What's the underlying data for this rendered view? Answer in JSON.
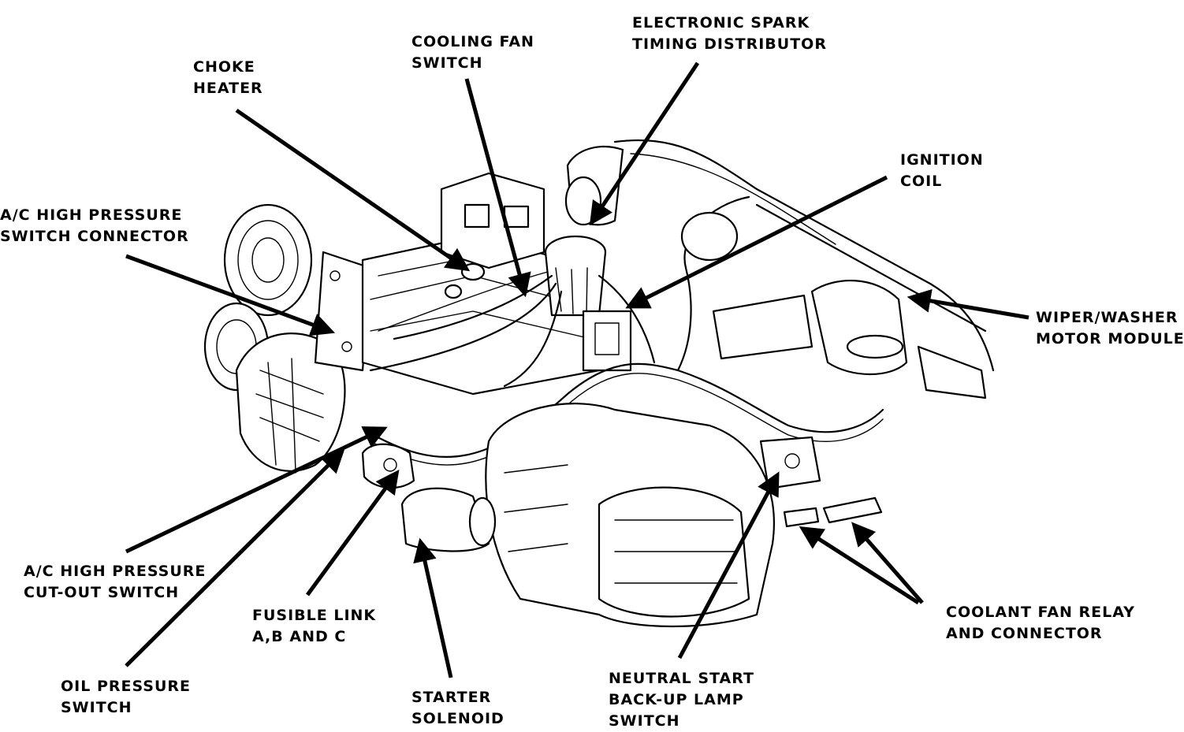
{
  "labels": {
    "choke_heater": [
      "CHOKE",
      "HEATER"
    ],
    "cooling_fan_switch": [
      "COOLING FAN",
      "SWITCH"
    ],
    "electronic_spark_timing_distributor": [
      "ELECTRONIC SPARK",
      "TIMING DISTRIBUTOR"
    ],
    "ignition_coil": [
      "IGNITION",
      "COIL"
    ],
    "ac_high_pressure_switch_connector": [
      "A/C HIGH PRESSURE",
      "SWITCH CONNECTOR"
    ],
    "wiper_washer_motor_module": [
      "WIPER/WASHER",
      "MOTOR MODULE"
    ],
    "ac_high_pressure_cutout_switch": [
      "A/C HIGH PRESSURE",
      "CUT-OUT SWITCH"
    ],
    "fusible_link": [
      "FUSIBLE LINK",
      "A,B AND C"
    ],
    "oil_pressure_switch": [
      "OIL PRESSURE",
      "SWITCH"
    ],
    "starter_solenoid": [
      "STARTER",
      "SOLENOID"
    ],
    "neutral_start_switch": [
      "NEUTRAL START",
      "BACK-UP LAMP",
      "SWITCH"
    ],
    "coolant_fan_relay": [
      "COOLANT FAN RELAY",
      "AND CONNECTOR"
    ]
  },
  "colors": {
    "ink": "#000000",
    "paper": "#ffffff"
  }
}
